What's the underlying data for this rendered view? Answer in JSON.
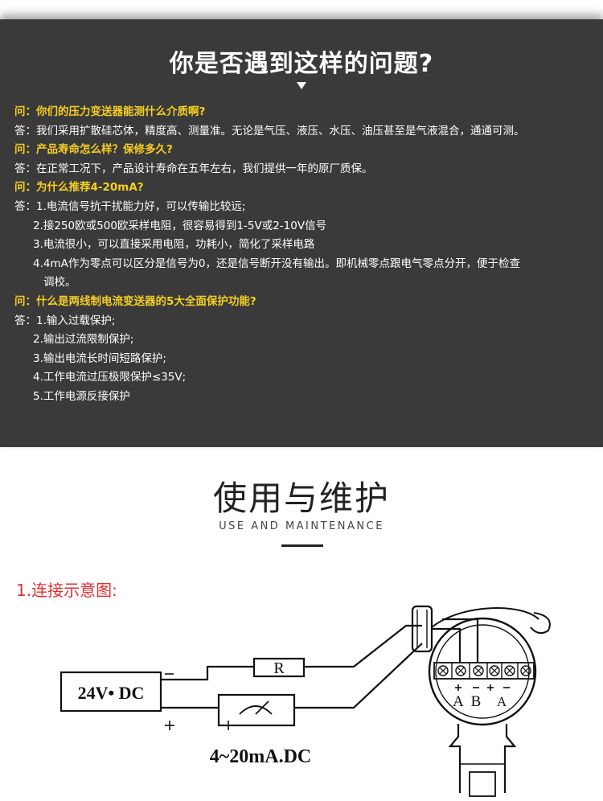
{
  "faq": {
    "title": "你是否遇到这样的问题?",
    "items": [
      {
        "type": "q",
        "text": "问：你们的压力变送器能测什么介质啊?"
      },
      {
        "type": "a",
        "text": "答：我们采用扩散硅芯体，精度高、测量准。无论是气压、液压、水压、油压甚至是气液混合，通通可测。"
      },
      {
        "type": "q",
        "text": "问：产品寿命怎么样？保修多久?"
      },
      {
        "type": "a",
        "text": "答：在正常工况下，产品设计寿命在五年左右，我们提供一年的原厂质保。"
      },
      {
        "type": "q",
        "text": "问：为什么推荐4-20mA?"
      },
      {
        "type": "a",
        "text": "答：1.电流信号抗干扰能力好，可以传输比较远;"
      },
      {
        "type": "sub",
        "text": "2.接250欧或500欧采样电阻，很容易得到1-5V或2-10V信号"
      },
      {
        "type": "sub",
        "text": "3.电流很小，可以直接采用电阻，功耗小，简化了采样电路"
      },
      {
        "type": "sub",
        "text": "4.4mA作为零点可以区分是信号为0，还是信号断开没有输出。即机械零点跟电气零点分开，便于检查"
      },
      {
        "type": "cont",
        "text": "调校。"
      },
      {
        "type": "q",
        "text": "问：什么是两线制电流变送器的5大全面保护功能?"
      },
      {
        "type": "a",
        "text": "答：1.输入过载保护;"
      },
      {
        "type": "sub",
        "text": "2.输出过流限制保护;"
      },
      {
        "type": "sub",
        "text": "3.输出电流长时间短路保护;"
      },
      {
        "type": "sub",
        "text": "4.工作电流过压极限保护≤35V;"
      },
      {
        "type": "sub",
        "text": "5.工作电源反接保护"
      }
    ]
  },
  "section": {
    "title": "使用与维护",
    "subtitle": "USE AND MAINTENANCE"
  },
  "diagram": {
    "heading": "1.连接示意图:",
    "power_label": "24V• DC",
    "resistor_label": "R",
    "current_label": "4~20mA.DC",
    "terminal_labels": [
      "A",
      "B",
      "A"
    ]
  }
}
